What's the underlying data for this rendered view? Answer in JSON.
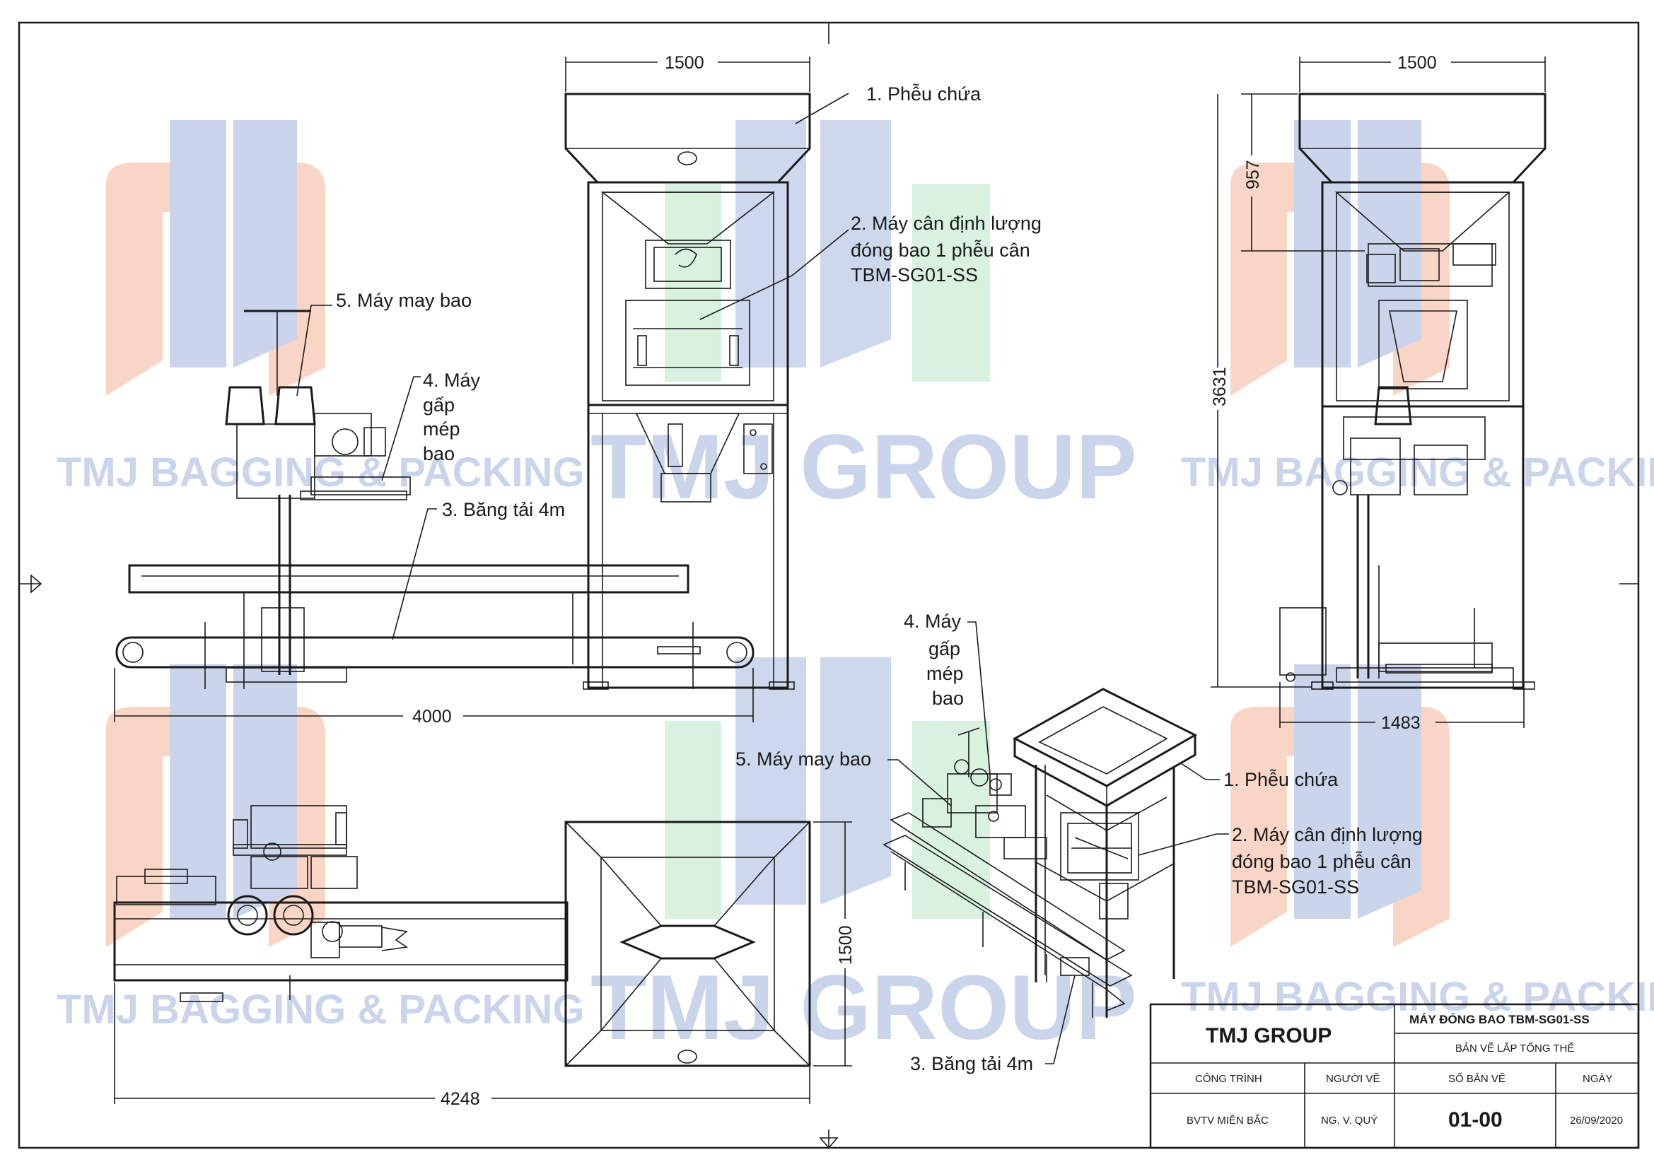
{
  "colors": {
    "ink": "#1a1a1a",
    "watermark_blue": "#b9c7e6",
    "watermark_orange": "#f7c8b4",
    "watermark_green": "#c9ebd2"
  },
  "watermarks": {
    "group": "TMJ GROUP",
    "bagging": "TMJ BAGGING & PACKING"
  },
  "front_view": {
    "labels": {
      "hopper": "1. Phễu chứa",
      "scale_line1": "2. Máy cân định lượng",
      "scale_line2": "đóng bao 1 phễu cân",
      "scale_line3": "TBM-SG01-SS",
      "conveyor": "3. Băng tải 4m",
      "folder_line1": "4. Máy",
      "folder_line2": "gấp",
      "folder_line3": "mép",
      "folder_line4": "bao",
      "sewing": "5. Máy may bao"
    },
    "dims": {
      "top_width": "1500",
      "overall_length": "4000"
    }
  },
  "side_view": {
    "dims": {
      "top_width": "1500",
      "hopper_height": "957",
      "total_height": "3631",
      "base_width": "1483"
    }
  },
  "top_view": {
    "dims": {
      "hopper_width": "1500",
      "overall_length": "4248"
    }
  },
  "iso_view": {
    "labels": {
      "folder_line1": "4. Máy",
      "folder_line2": "gấp",
      "folder_line3": "mép",
      "folder_line4": "bao",
      "sewing": "5. Máy may bao",
      "hopper": "1. Phễu chứa",
      "scale_line1": "2. Máy cân định lượng",
      "scale_line2": "đóng bao 1 phễu cân",
      "scale_line3": "TBM-SG01-SS",
      "conveyor": "3. Băng tải 4m"
    }
  },
  "title_block": {
    "company": "TMJ GROUP",
    "machine": "MÁY ĐÓNG BAO TBM-SG01-SS",
    "drawing_type": "BẢN VẼ LẮP TỔNG THỂ",
    "col_project": "CÔNG TRÌNH",
    "col_drawer": "NGƯỜI VẼ",
    "col_drawing_no": "SỐ BẢN VẼ",
    "col_date": "NGÀY",
    "project": "BVTV MIỀN BẮC",
    "drawer": "NG. V. QUÝ",
    "drawing_no": "01-00",
    "date": "26/09/2020"
  }
}
